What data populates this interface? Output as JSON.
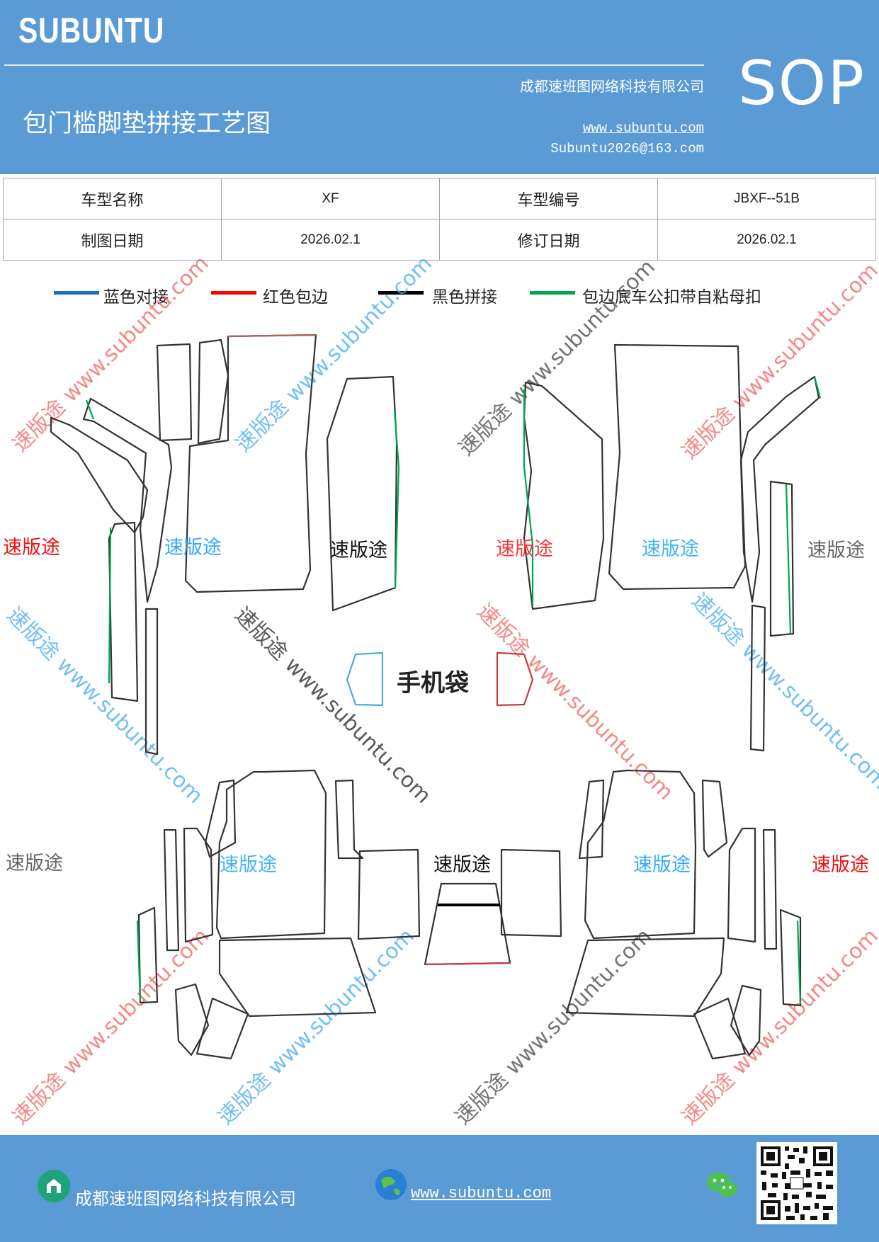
{
  "header": {
    "brand": "SUBUNTU",
    "company": "成都速班图网络科技有限公司",
    "title": "包门槛脚垫拼接工艺图",
    "website": "www.subuntu.com",
    "email": "Subuntu2026@163.com",
    "badge": "SOP",
    "bg_color": "#5b9bd5"
  },
  "info_table": {
    "rows": [
      [
        "车型名称",
        "XF",
        "车型编号",
        "JBXF--51B"
      ],
      [
        "制图日期",
        "2026.02.1",
        "修订日期",
        "2026.02.1"
      ]
    ]
  },
  "legend": [
    {
      "label": "蓝色对接",
      "color": "#1a6fbf"
    },
    {
      "label": "红色包边",
      "color": "#ff0000"
    },
    {
      "label": "黑色拼接",
      "color": "#000000"
    },
    {
      "label": "包边底车公扣带自粘母扣",
      "color": "#00a650"
    }
  ],
  "diagram": {
    "phone_pocket": "手机袋",
    "watermark_brand": "速版途",
    "watermark_url": "www.subuntu.com"
  },
  "footer": {
    "company": "成都速班图网络科技有限公司",
    "website": "www.subuntu.com ",
    "icons": [
      "shop-icon",
      "globe-icon",
      "wechat-icon",
      "qr-code"
    ]
  }
}
